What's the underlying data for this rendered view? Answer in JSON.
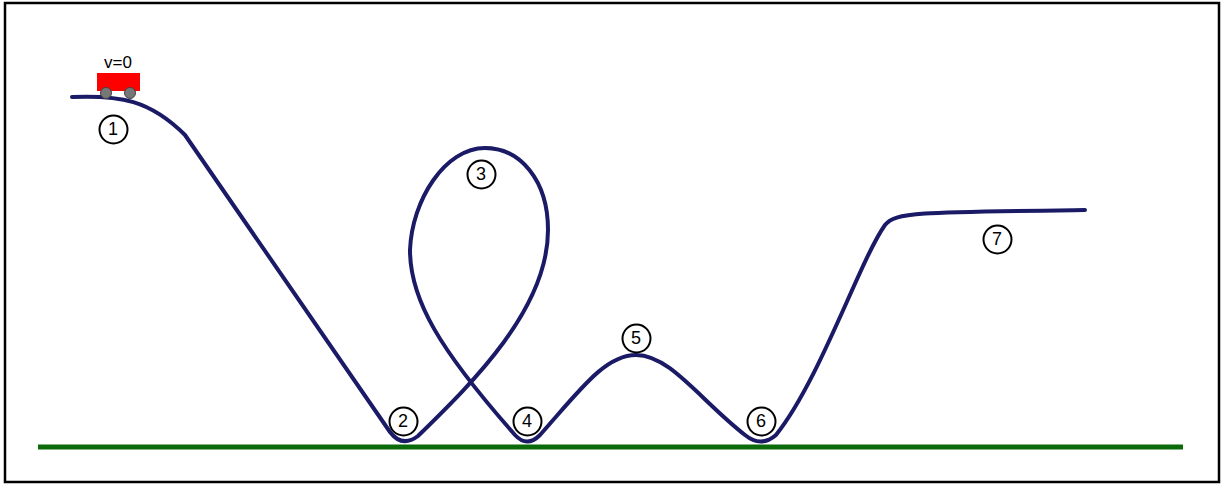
{
  "diagram": {
    "nodes": [
      {
        "text": [
          "1"
        ]
      },
      {
        "text": [
          "2"
        ]
      },
      {
        "text": [
          "3"
        ]
      },
      {
        "text": [
          "4"
        ]
      },
      {
        "text": [
          "5"
        ]
      },
      {
        "text": [
          "6"
        ]
      },
      {
        "text": [
          "7"
        ]
      }
    ],
    "labels": [
      "v=0"
    ]
  }
}
